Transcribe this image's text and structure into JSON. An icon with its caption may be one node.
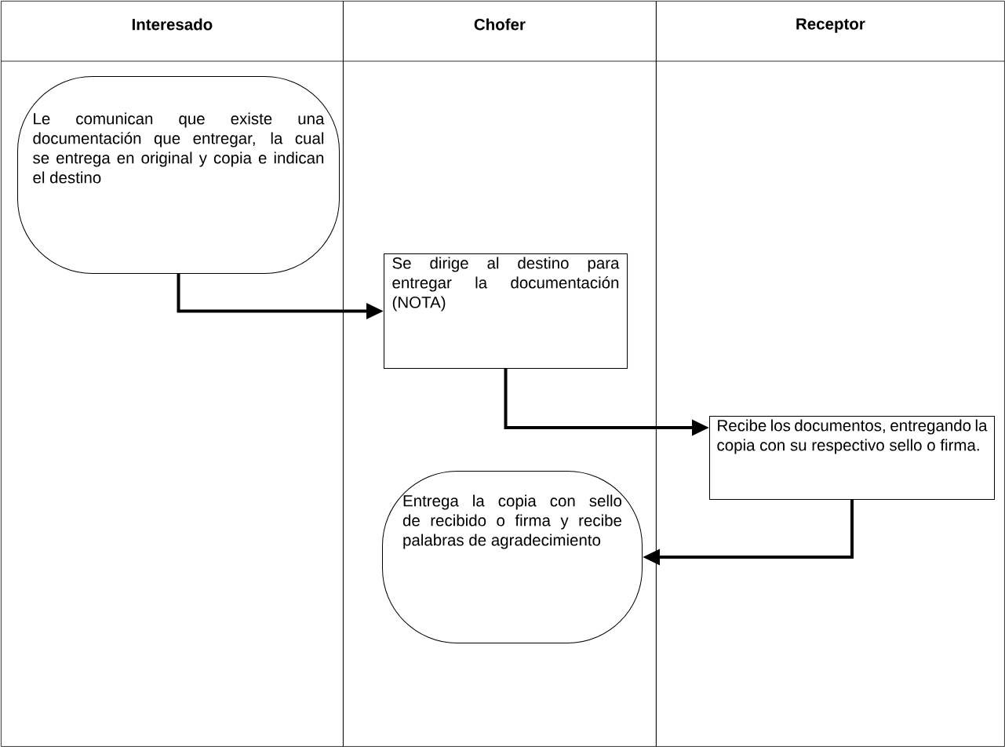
{
  "diagram": {
    "nodes": [
      {
        "text": [
          "Interesado"
        ]
      },
      {
        "text": [
          "Chofer"
        ]
      },
      {
        "text": [
          "Receptor"
        ]
      },
      {
        "text": [
          "Le comunican que existe una documentación que entregar, la cual se entrega en original y copia e indican el destino"
        ],
        "in": 0
      },
      {
        "text": [
          "Se dirige al destino para entregar la documentación (NOTA)"
        ],
        "in": 1
      },
      {
        "text": [
          "Recibe los documentos, entregando la copia con su respectivo sello o firma."
        ],
        "in": 2
      },
      {
        "text": [
          "Entrega la copia con sello de recibido o firma y recibe palabras de agradecimiento"
        ],
        "in": 1
      }
    ],
    "edges": [
      {
        "from": 3,
        "to": 4,
        "arrow": "to"
      },
      {
        "from": 4,
        "to": 5,
        "arrow": "to"
      },
      {
        "from": 5,
        "to": 6,
        "arrow": "to"
      }
    ]
  }
}
